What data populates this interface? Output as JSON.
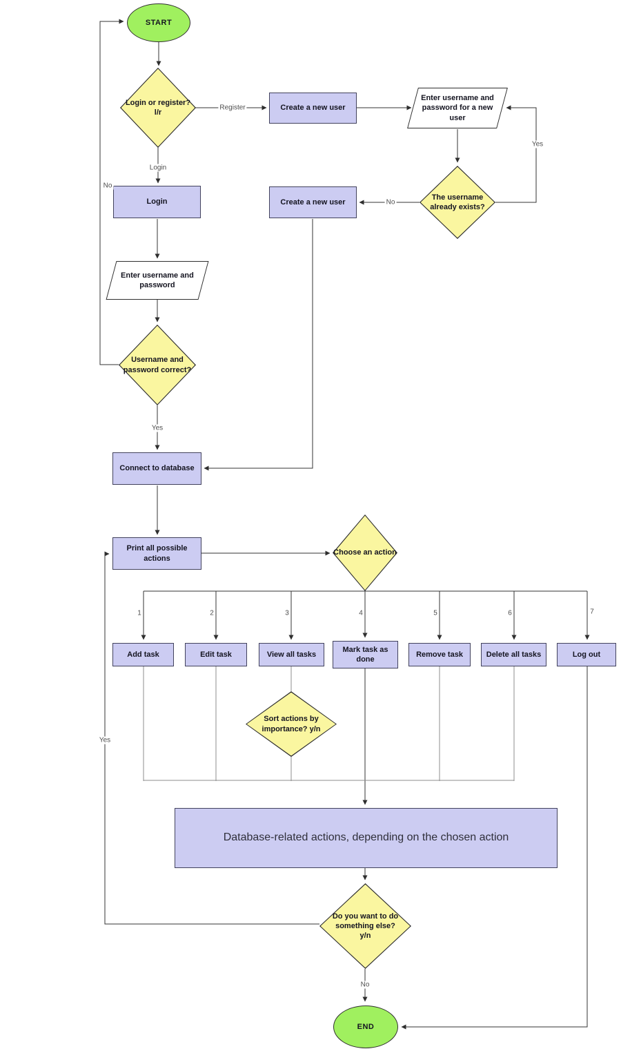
{
  "colors": {
    "process_fill": "#ccccf2",
    "process_stroke": "#41415c",
    "decision_fill": "#faf6a0",
    "terminator_fill": "#a0f05f",
    "io_fill": "#ffffff",
    "shape_stroke": "#2e2e2e",
    "edge": "#333333",
    "edge_muted": "#8c8c8c"
  },
  "nodes": {
    "start": "START",
    "login_or_register": "Login or register?\nl/r",
    "create_user_top": "Create a new user",
    "enter_new_user": "Enter username and\npassword for a new user",
    "username_exists": "The username\nalready exists?",
    "create_user_mid": "Create a new user",
    "login": "Login",
    "enter_credentials": "Enter username and\npassword",
    "credentials_correct": "Username and\npassword correct?",
    "connect_db": "Connect to database",
    "print_actions": "Print all possible\nactions",
    "choose_action": "Choose an action",
    "sort_actions": "Sort actions by\nimportance? y/n",
    "db_actions": "Database-related actions, depending on the chosen action",
    "something_else": "Do you want to do\nsomething else?\ny/n",
    "end": "END"
  },
  "actions": [
    {
      "num": "1",
      "label": "Add task"
    },
    {
      "num": "2",
      "label": "Edit task"
    },
    {
      "num": "3",
      "label": "View all tasks"
    },
    {
      "num": "4",
      "label": "Mark task as\ndone"
    },
    {
      "num": "5",
      "label": "Remove task"
    },
    {
      "num": "6",
      "label": "Delete all tasks"
    },
    {
      "num": "7",
      "label": "Log out"
    }
  ],
  "edge_labels": {
    "register": "Register",
    "login": "Login",
    "no_credentials": "No",
    "yes_credentials": "Yes",
    "no_username_exists": "No",
    "yes_username_exists": "Yes",
    "yes_repeat": "Yes",
    "no_repeat": "No"
  }
}
